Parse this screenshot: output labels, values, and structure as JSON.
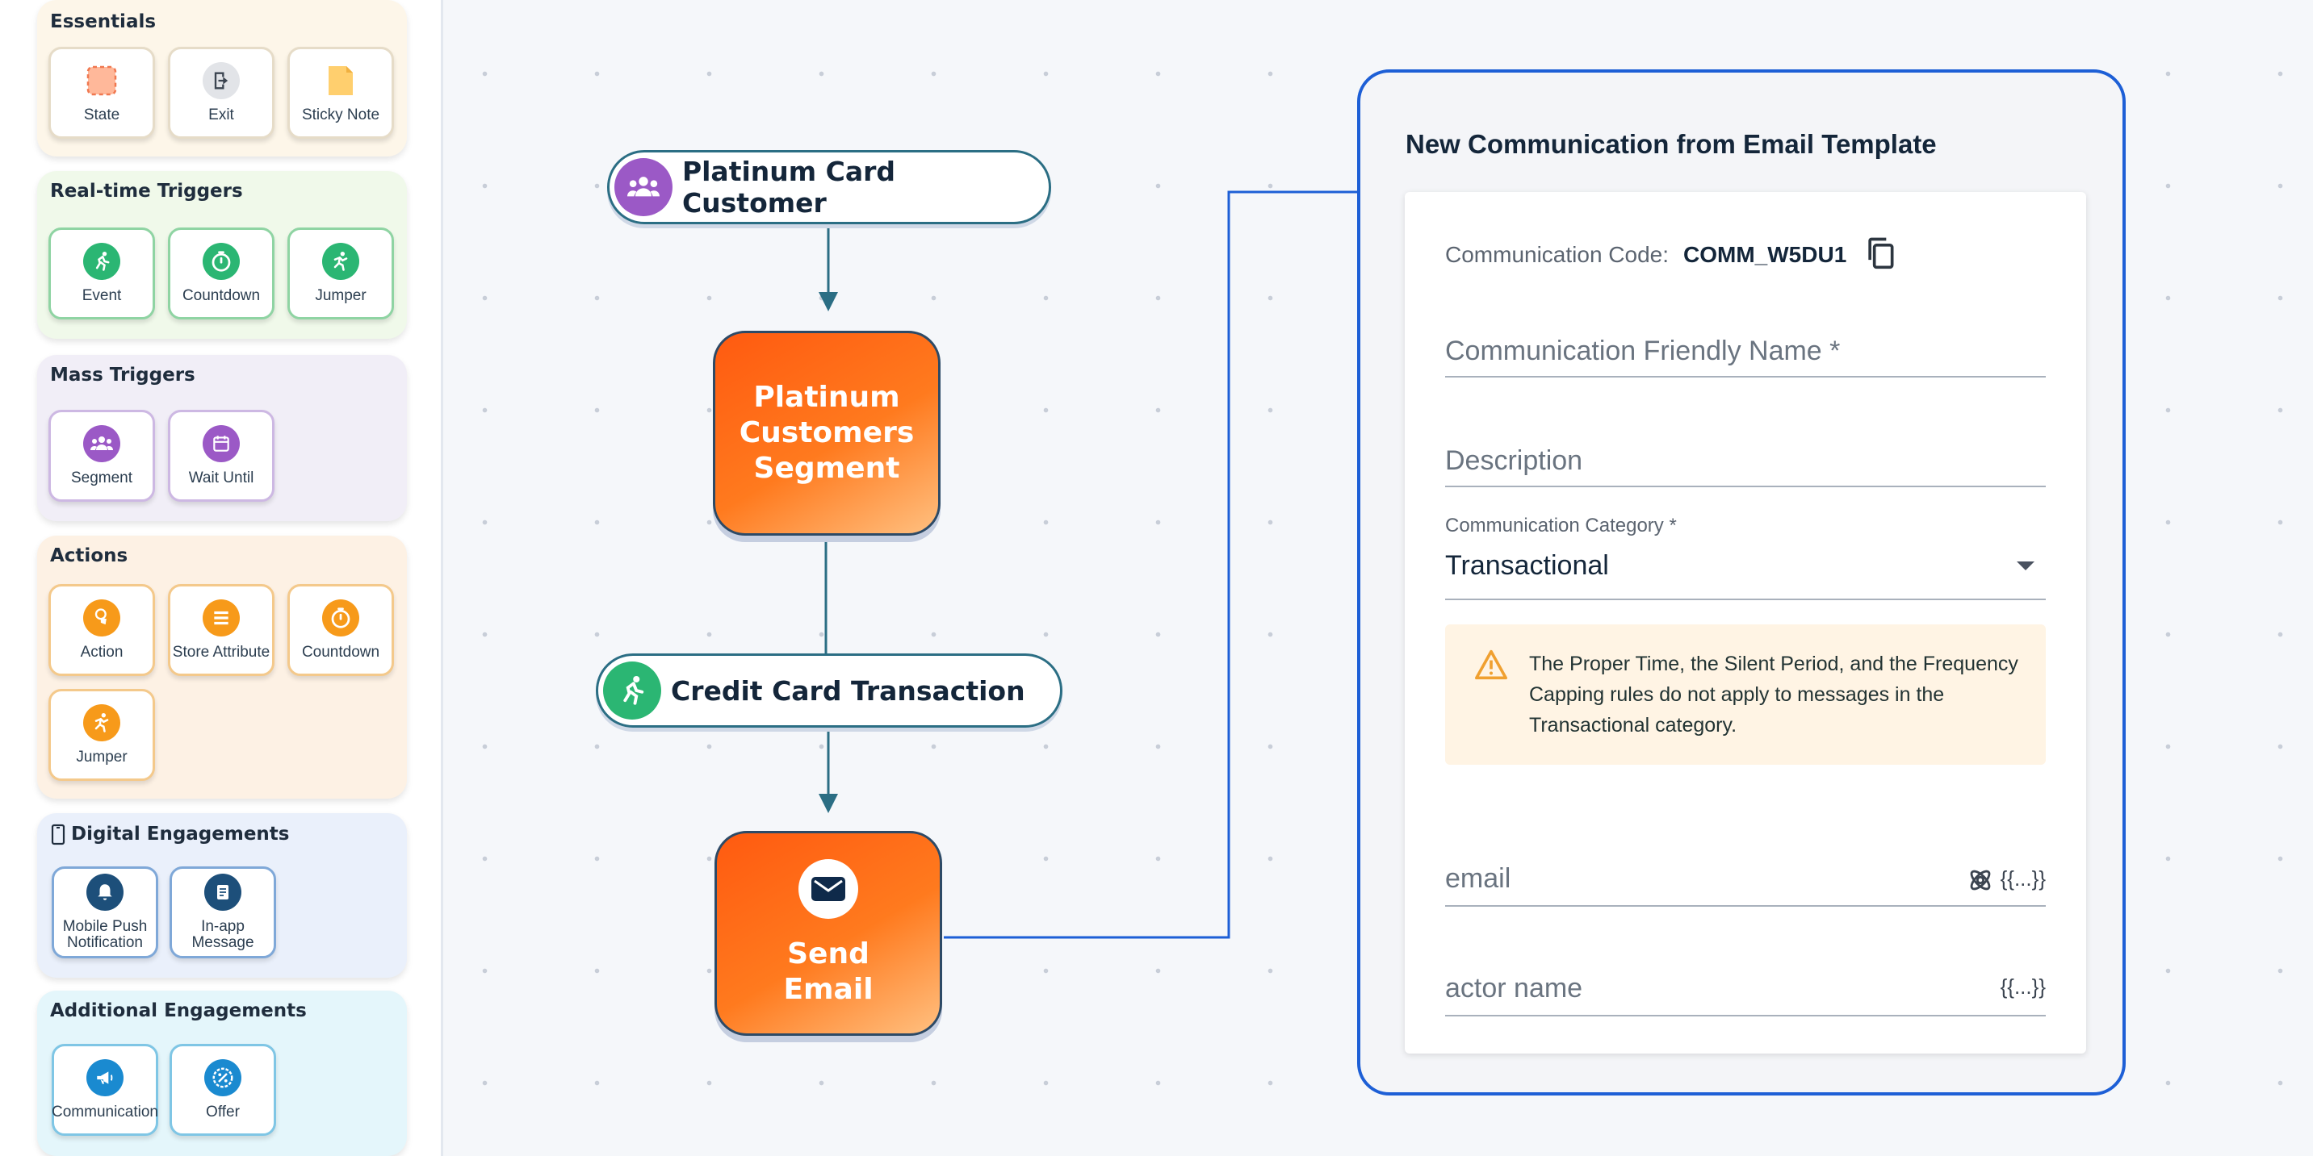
{
  "sidebar": {
    "groups": {
      "essentials": {
        "title": "Essentials",
        "items": [
          "State",
          "Exit",
          "Sticky Note"
        ]
      },
      "realtime": {
        "title": "Real-time Triggers",
        "items": [
          "Event",
          "Countdown",
          "Jumper"
        ]
      },
      "mass": {
        "title": "Mass Triggers",
        "items": [
          "Segment",
          "Wait Until"
        ]
      },
      "actions": {
        "title": "Actions",
        "items": [
          "Action",
          "Store Attribute",
          "Countdown",
          "Jumper"
        ]
      },
      "digital": {
        "title": "Digital Engagements",
        "items": [
          "Mobile Push Notification",
          "In-app Message"
        ]
      },
      "additional": {
        "title": "Additional Engagements",
        "items": [
          "Communication",
          "Offer"
        ]
      }
    }
  },
  "canvas": {
    "nodes": {
      "segment_trigger": "Platinum Card Customer",
      "segment_node": [
        "Platinum",
        "Customers",
        "Segment"
      ],
      "event_trigger": "Credit Card Transaction",
      "email_node": [
        "Send",
        "Email"
      ]
    }
  },
  "modal": {
    "title": "New Communication from Email Template",
    "code_label": "Communication Code:",
    "code_value": "COMM_W5DU1",
    "friendly_name_placeholder": "Communication Friendly Name *",
    "description_placeholder": "Description",
    "category_label": "Communication Category *",
    "category_value": "Transactional",
    "warning_text": "The Proper Time, the Silent Period, and the Frequency Capping rules do not apply to messages in the Transactional category.",
    "email_placeholder": "email",
    "actor_placeholder": "actor name",
    "variable_token": "{{...}}"
  },
  "colors": {
    "accent_blue": "#1d5fd6",
    "node_orange": "#ff6a14",
    "connector": "#2b6e84",
    "purple": "#9b59c6",
    "green": "#2bb673",
    "warning_orange": "#f0a030"
  }
}
